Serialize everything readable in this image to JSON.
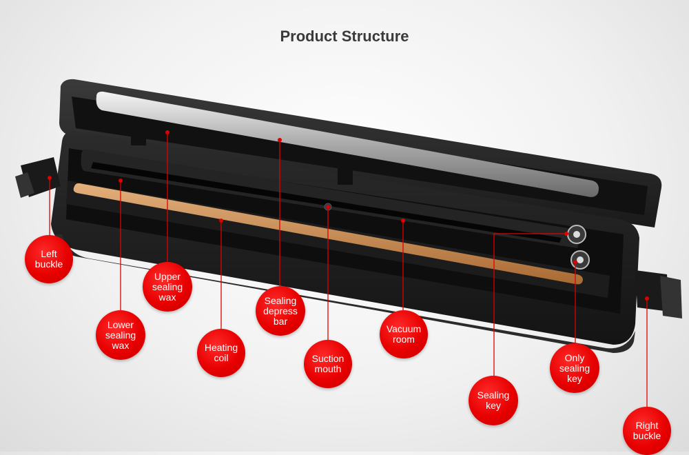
{
  "title": "Product Structure",
  "labels": {
    "left_buckle": "Left\nbuckle",
    "upper_sealing_wax": "Upper\nsealing\nwax",
    "lower_sealing_wax": "Lower\nsealing\nwax",
    "sealing_depress_bar": "Sealing\ndepress\nbar",
    "heating_coil": "Heating\ncoil",
    "suction_mouth": "Suction\nmouth",
    "vacuum_room": "Vacuum\nroom",
    "sealing_key": "Sealing\nkey",
    "only_sealing_key": "Only\nsealing\nkey",
    "right_buckle": "Right\nbuckle"
  },
  "colors": {
    "callout_red": "#e70000",
    "device_body": "#1e1e1e",
    "heating_coil": "#c98a4e",
    "leader_line": "#e00000"
  }
}
